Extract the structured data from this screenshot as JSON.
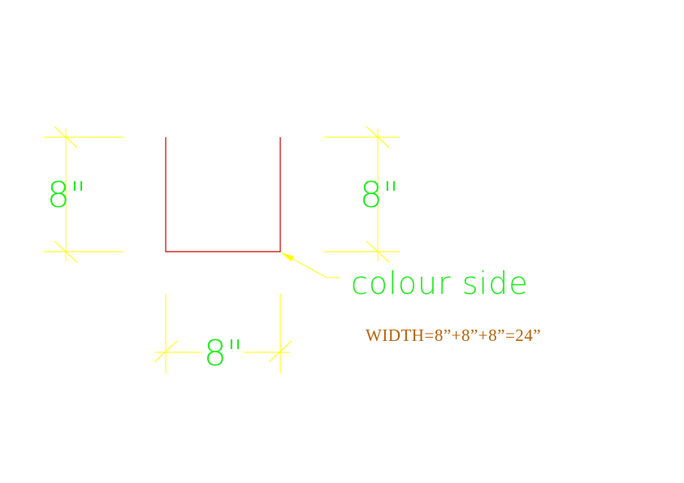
{
  "colors": {
    "background": "#ffffff",
    "dimension_line": "#ffff00",
    "profile_line": "#cc0000",
    "dimension_text": "#22ee22",
    "label_text": "#22ee22",
    "leader_line": "#ffff00",
    "formula_text": "#b8620a"
  },
  "dimensions": {
    "left_height": "8\"",
    "right_height": "8\"",
    "bottom_width": "8\""
  },
  "annotation": {
    "label": "colour side"
  },
  "formula": {
    "text": "WIDTH=8”+8”+8”=24”"
  }
}
